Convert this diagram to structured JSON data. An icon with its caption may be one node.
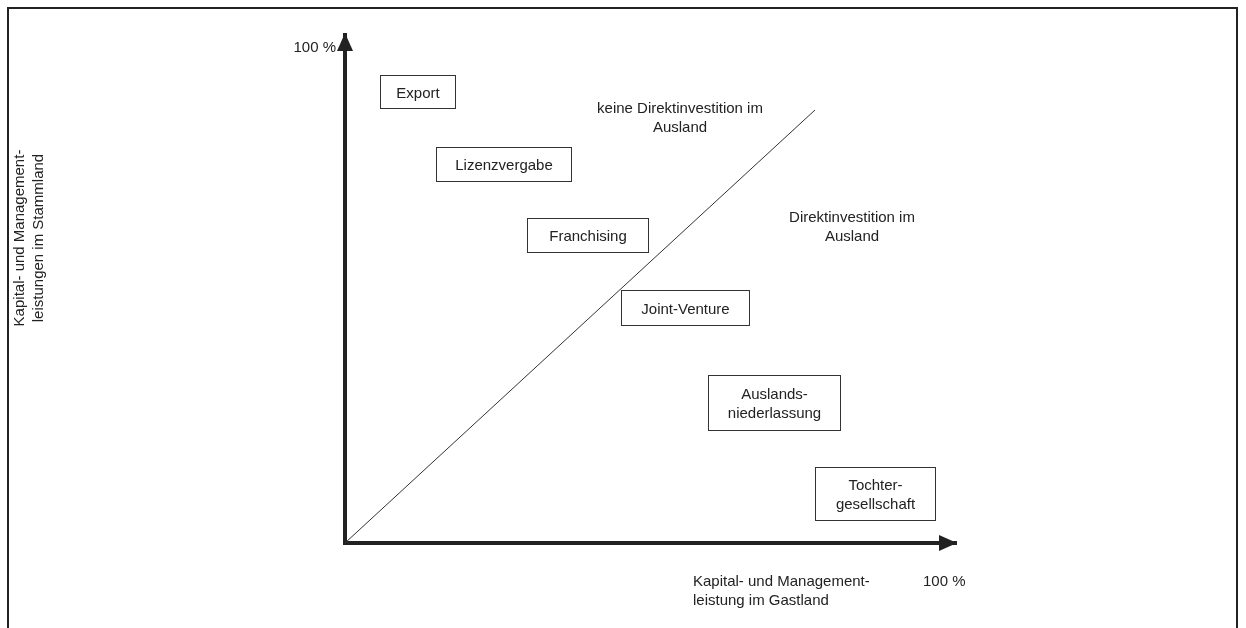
{
  "diagram": {
    "nodes": [
      {
        "text": [
          "Export"
        ]
      },
      {
        "text": [
          "Lizenzvergabe"
        ]
      },
      {
        "text": [
          "Franchising"
        ]
      },
      {
        "text": [
          "Joint-Venture"
        ]
      },
      {
        "text": [
          "Auslands- niederlassung"
        ]
      },
      {
        "text": [
          "Tochter- gesellschaft"
        ]
      }
    ],
    "labels": [
      "100 %",
      "Kapital- und Management- leistungen im Stammland",
      "keine Direktinvestition im Ausland",
      "Direktinvestition im Ausland",
      "Kapital- und Management- leistung im Gastland",
      "100 %"
    ]
  }
}
